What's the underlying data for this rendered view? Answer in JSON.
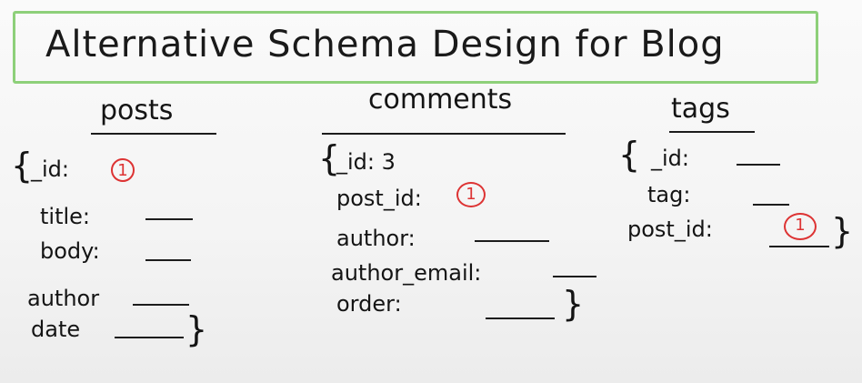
{
  "title": "Alternative Schema Design for Blog",
  "colors": {
    "frame": "#8ed07a",
    "ink": "#141414",
    "marker_red": "#d33"
  },
  "posts": {
    "heading": "posts",
    "open": "{",
    "id_label": "_id:",
    "id_value": "1",
    "fields": [
      "title:",
      "body:",
      "author",
      "date"
    ],
    "close": "}"
  },
  "comments": {
    "heading": "comments",
    "open": "{",
    "id_label": "_id: 3",
    "post_id_label": "post_id:",
    "post_id_value": "1",
    "fields": [
      "author:",
      "author_email:",
      "order:"
    ],
    "close": "}"
  },
  "tags": {
    "heading": "tags",
    "open": "{",
    "id_label": "_id:",
    "tag_label": "tag:",
    "post_id_label": "post_id:",
    "post_id_value": "1",
    "close": "}"
  }
}
